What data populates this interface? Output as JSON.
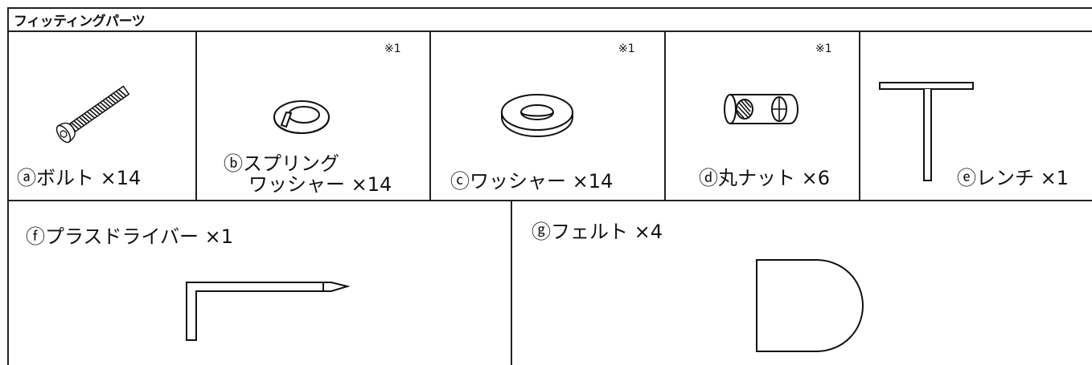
{
  "header": {
    "title": "フィッティングパーツ"
  },
  "parts": [
    {
      "id": "a",
      "label": "ⓐボルト ×14",
      "note": "",
      "icon": "bolt-icon"
    },
    {
      "id": "b",
      "label_line1": "ⓑスプリング",
      "label_line2": "ワッシャー ×14",
      "note": "※1",
      "icon": "spring-washer-icon"
    },
    {
      "id": "c",
      "label": "ⓒワッシャー ×14",
      "note": "※1",
      "icon": "washer-icon"
    },
    {
      "id": "d",
      "label": "ⓓ丸ナット ×6",
      "note": "※1",
      "icon": "barrel-nut-icon"
    },
    {
      "id": "e",
      "label": "ⓔレンチ ×1",
      "note": "",
      "icon": "t-wrench-icon"
    },
    {
      "id": "f",
      "label": "ⓕプラスドライバー ×1",
      "note": "",
      "icon": "screwdriver-icon"
    },
    {
      "id": "g",
      "label": "ⓖフェルト ×4",
      "note": "",
      "icon": "felt-pad-icon"
    }
  ]
}
